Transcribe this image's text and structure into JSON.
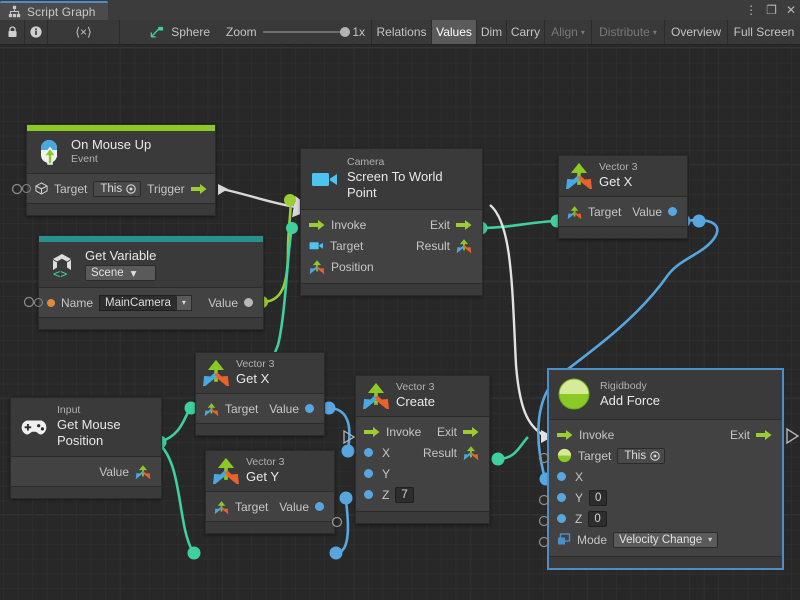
{
  "window": {
    "tab_label": "Script Graph",
    "tab_icon": "script-graph-icon",
    "buttons": {
      "menu": "⋮",
      "maximize": "❐",
      "close": "✕"
    }
  },
  "toolbar": {
    "lock_icon": "lock-icon",
    "info_icon": "info-icon",
    "code_label": "⟨×⟩",
    "target_label": "Sphere",
    "target_icon": "graph-target-icon",
    "zoom_label": "Zoom",
    "zoom_value": "1x",
    "items": [
      {
        "label": "Relations",
        "state": "normal"
      },
      {
        "label": "Values",
        "state": "pressed"
      },
      {
        "label": "Dim",
        "state": "normal"
      },
      {
        "label": "Carry",
        "state": "normal"
      },
      {
        "label": "Align",
        "state": "dim",
        "caret": "▾"
      },
      {
        "label": "Distribute",
        "state": "dim",
        "caret": "▾"
      },
      {
        "label": "Overview",
        "state": "normal"
      },
      {
        "label": "Full Screen",
        "state": "normal"
      }
    ]
  },
  "colors": {
    "accent_event": "#8ac926",
    "accent_variable": "#2a8f8f",
    "selection": "#4d8ec7",
    "flow_green": "#9acd32",
    "data_blue": "#58a6e0",
    "data_green": "#3fd0a0",
    "canvas": "#282828"
  },
  "nodes": {
    "on_mouse_up": {
      "subtitle": "On Mouse Up",
      "title": "Event",
      "icon": "mouse-up-icon",
      "target_label": "Target",
      "target_value": "This",
      "trigger_label": "Trigger"
    },
    "get_variable": {
      "subtitle": "Get Variable",
      "scope": "Scene",
      "icon": "unity-variable-icon",
      "name_label": "Name",
      "name_value": "MainCamera",
      "value_label": "Value"
    },
    "camera_screen_to_world": {
      "subtitle": "Camera",
      "title": "Screen To World Point",
      "icon": "camera-icon",
      "ports": {
        "invoke": "Invoke",
        "exit": "Exit",
        "target": "Target",
        "result": "Result",
        "position": "Position"
      }
    },
    "vector3_get_x_top": {
      "subtitle": "Vector 3",
      "title": "Get X",
      "icon": "vector3-icon",
      "target_label": "Target",
      "value_label": "Value"
    },
    "vector3_get_x_left": {
      "subtitle": "Vector 3",
      "title": "Get X",
      "icon": "vector3-icon",
      "target_label": "Target",
      "value_label": "Value"
    },
    "vector3_get_y_left": {
      "subtitle": "Vector 3",
      "title": "Get Y",
      "icon": "vector3-icon",
      "target_label": "Target",
      "value_label": "Value"
    },
    "input_get_mouse_position": {
      "subtitle": "Input",
      "title": "Get Mouse Position",
      "icon": "gamepad-icon",
      "value_label": "Value"
    },
    "vector3_create": {
      "subtitle": "Vector 3",
      "title": "Create",
      "icon": "vector3-icon",
      "ports": {
        "invoke": "Invoke",
        "exit": "Exit",
        "x": "X",
        "y": "Y",
        "z": "Z",
        "result": "Result"
      },
      "values": {
        "x": "",
        "y": "",
        "z": "7"
      }
    },
    "rigidbody_add_force": {
      "subtitle": "Rigidbody",
      "title": "Add Force",
      "icon": "rigidbody-icon",
      "selected": true,
      "ports": {
        "invoke": "Invoke",
        "exit": "Exit",
        "target": "Target",
        "x": "X",
        "y": "Y",
        "z": "Z",
        "mode": "Mode"
      },
      "values": {
        "target": "This",
        "x": "",
        "y": "0",
        "z": "0",
        "mode": "Velocity Change"
      }
    }
  }
}
